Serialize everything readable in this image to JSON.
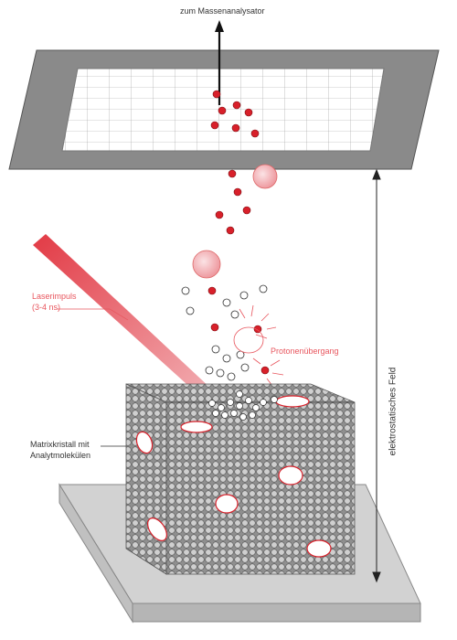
{
  "labels": {
    "analyzer": "zum Massenanalysator",
    "laser_line1": "Laserimpuls",
    "laser_line2": "(3-4 ns)",
    "proton": "Protonenübergang",
    "matrix_line1": "Matrixkristall mit",
    "matrix_line2": "Analytmolekülen",
    "field": "elektrostatisches Feld"
  },
  "colors": {
    "accent": "#e8565e",
    "ion_red": "#d8202a",
    "plate_gray": "#8a8a8a",
    "base_gray": "#d2d2d2",
    "crystal_gray": "#9a9a9a"
  }
}
